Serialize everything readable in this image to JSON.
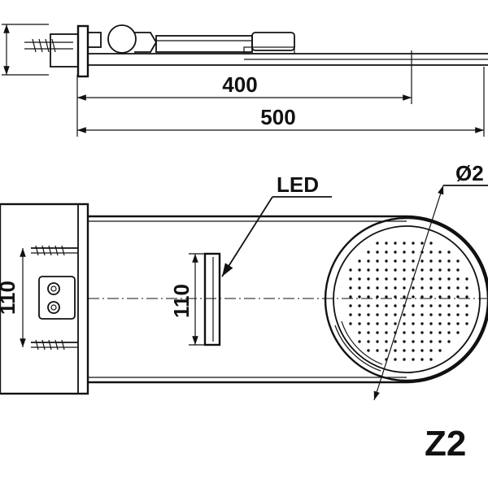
{
  "dimensions": {
    "inner_length": "400",
    "overall_length": "500",
    "mount_height": "110",
    "led_height": "110",
    "shower_diameter": "Ø2"
  },
  "labels": {
    "led": "LED",
    "model_partial": "Z2"
  }
}
